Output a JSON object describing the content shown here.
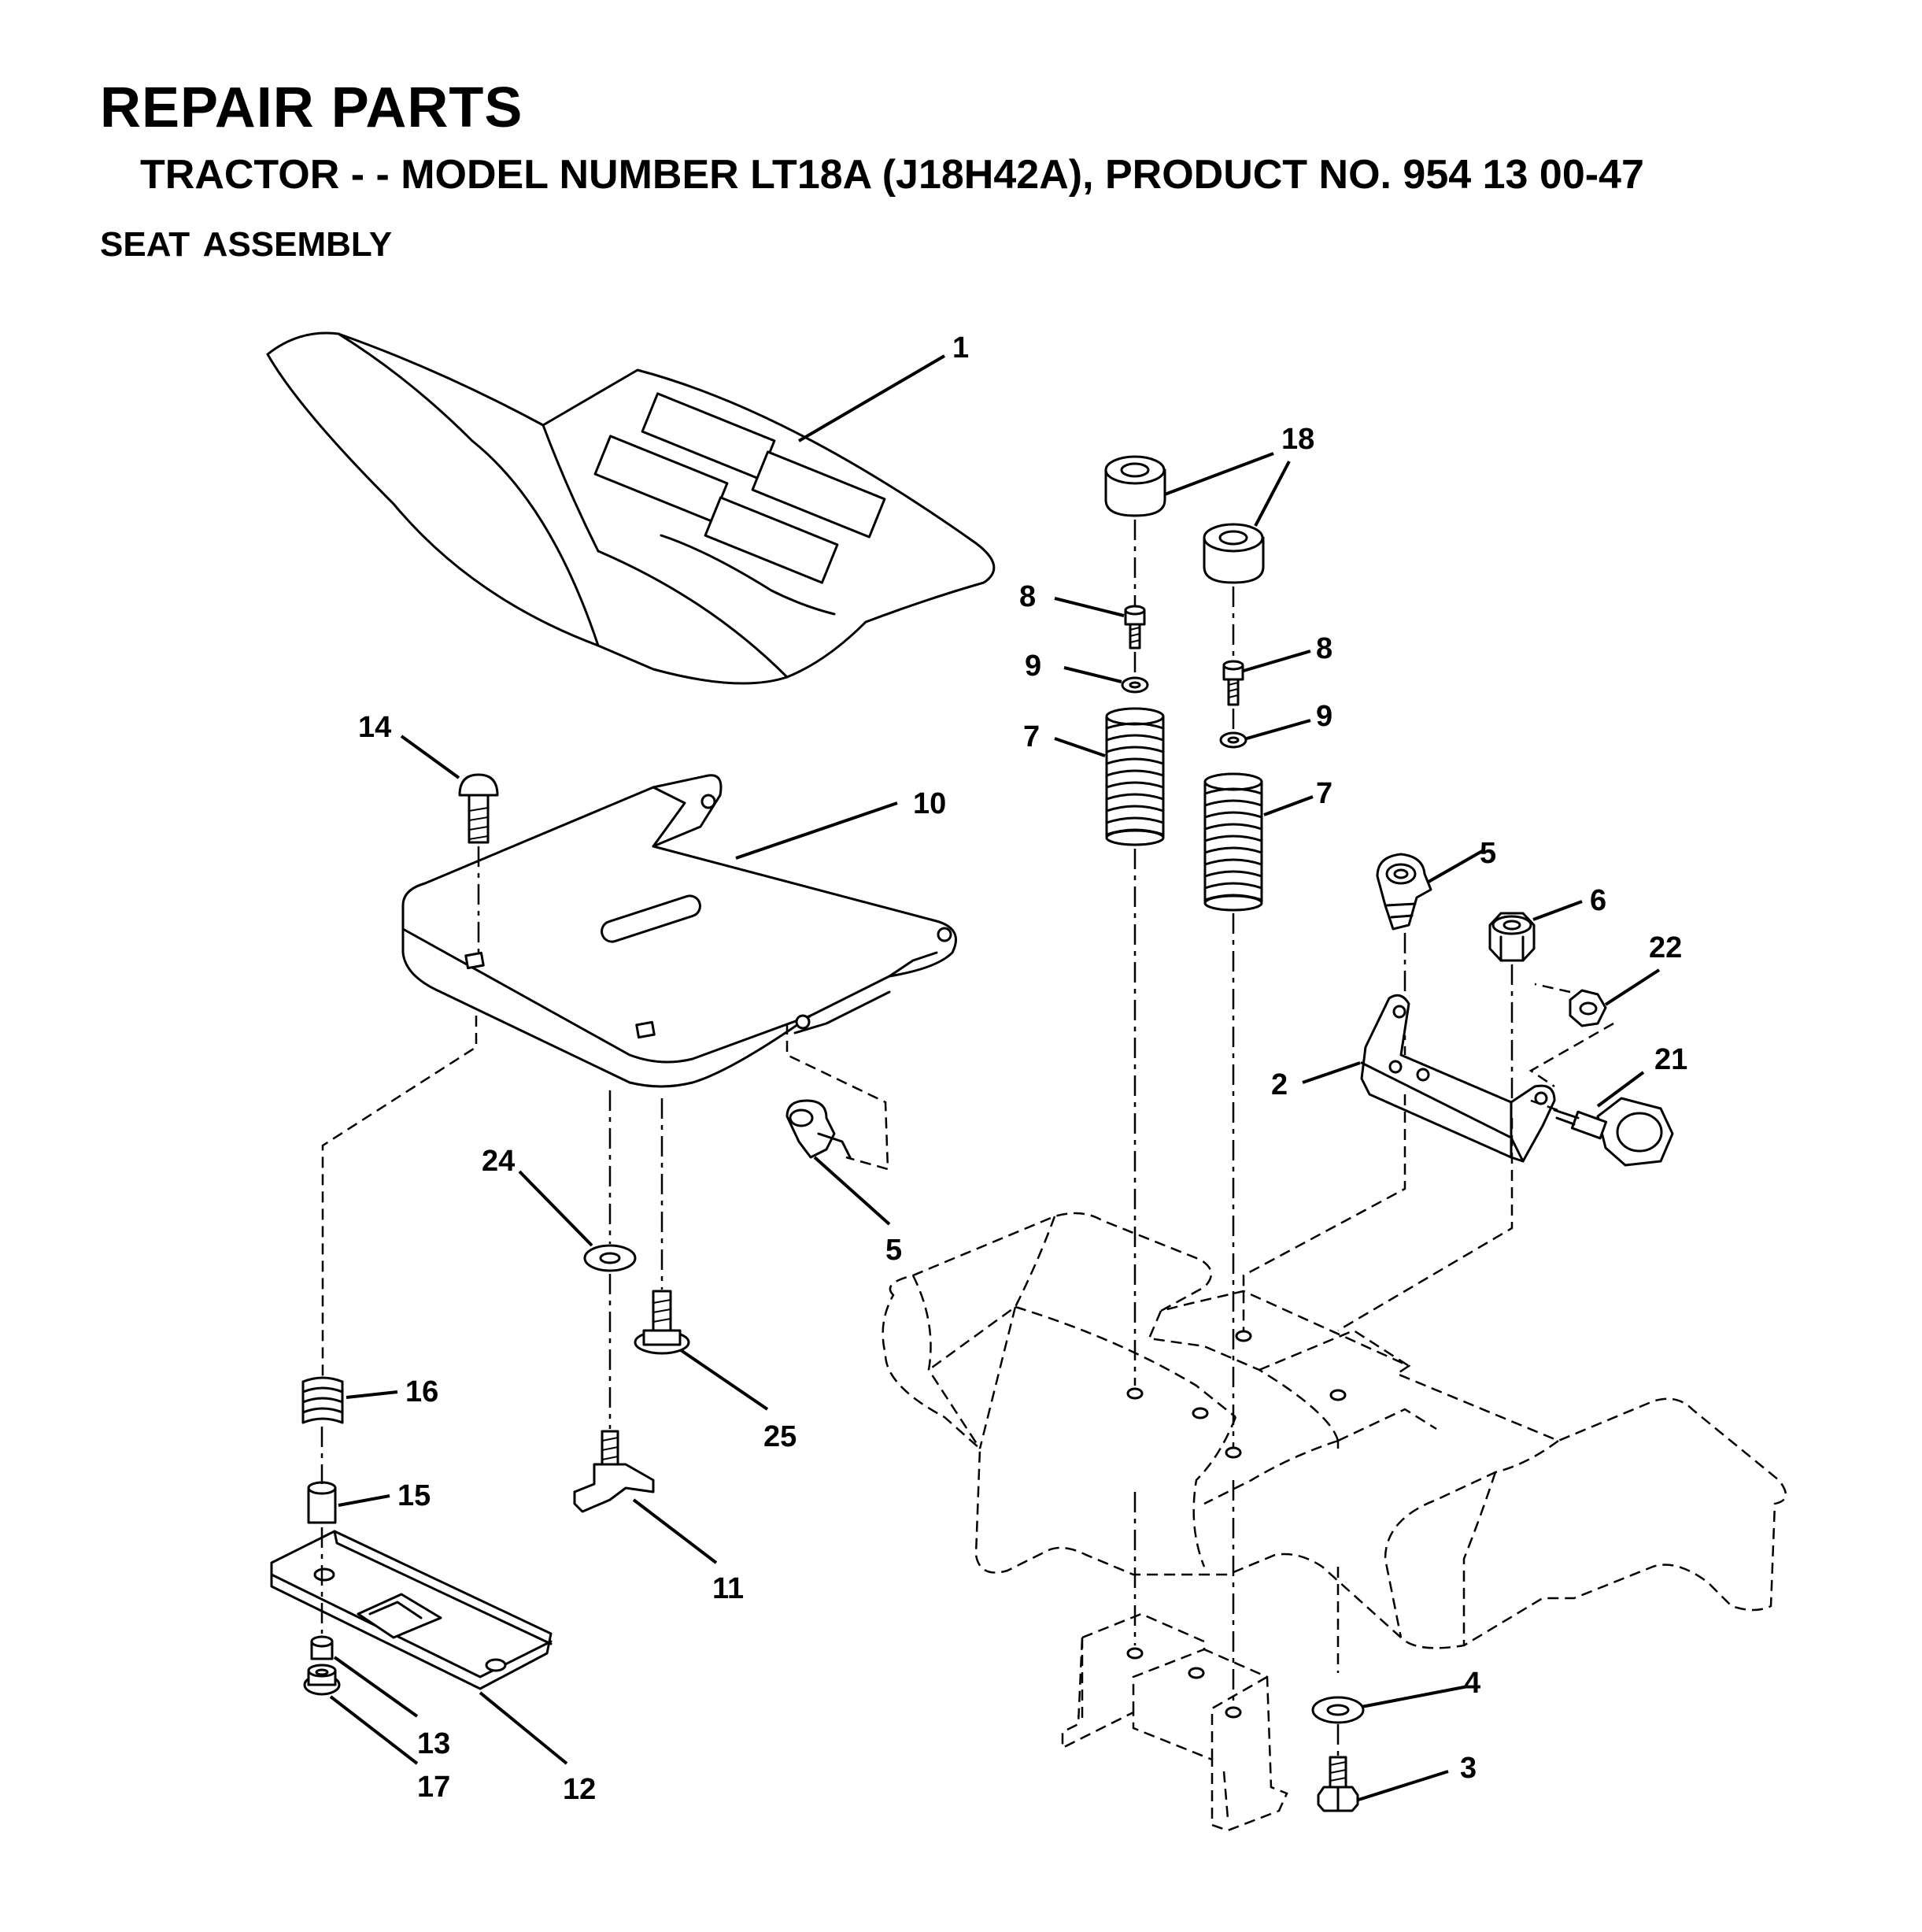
{
  "header": {
    "title": "REPAIR PARTS",
    "subtitle": "TRACTOR - - MODEL NUMBER LT18A (J18H42A), PRODUCT NO. 954 13 00-47",
    "section": "SEAT ASSEMBLY"
  },
  "callouts": {
    "c1": "1",
    "c18": "18",
    "c8a": "8",
    "c8b": "8",
    "c9a": "9",
    "c9b": "9",
    "c7a": "7",
    "c7b": "7",
    "c14": "14",
    "c10": "10",
    "c5a": "5",
    "c5b": "5",
    "c6": "6",
    "c22": "22",
    "c2": "2",
    "c21": "21",
    "c24": "24",
    "c16": "16",
    "c25": "25",
    "c15": "15",
    "c11": "11",
    "c13": "13",
    "c17": "17",
    "c12": "12",
    "c4": "4",
    "c3": "3"
  }
}
